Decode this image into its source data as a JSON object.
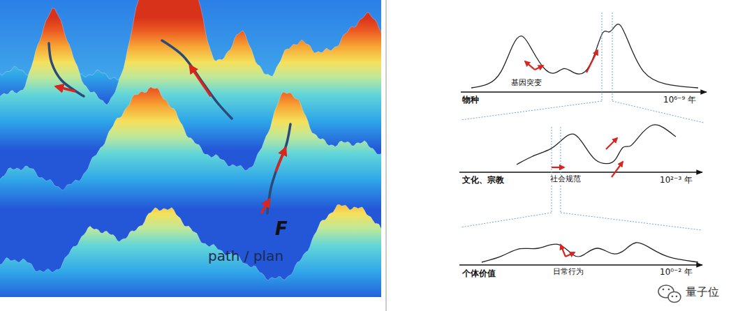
{
  "diagram": {
    "labels": [
      "F",
      "path / plan",
      "基因突变",
      "物种",
      "10⁶⁻⁹ 年",
      "社会规范",
      "文化、宗教",
      "10²⁻³ 年",
      "日常行为",
      "个体价值",
      "10⁰⁻² 年",
      "量子位"
    ]
  }
}
